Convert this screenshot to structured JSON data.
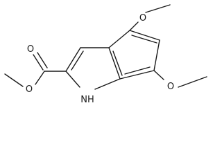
{
  "molecule": {
    "atoms": {
      "carbonyl_oxygen": "O",
      "ester_oxygen": "O",
      "methoxy_oxygen_4": "O",
      "methoxy_oxygen_6": "O",
      "ring_nitrogen": "NH"
    }
  },
  "colors": {
    "ink": "#1a1a1a",
    "background": "#ffffff"
  }
}
